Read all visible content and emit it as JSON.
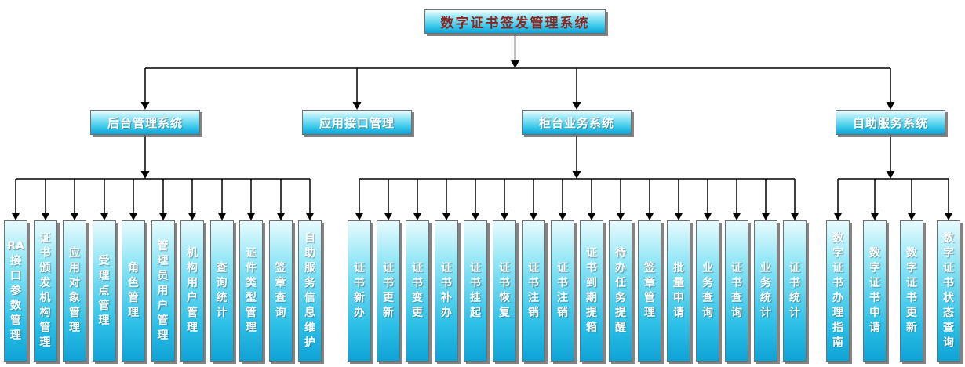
{
  "root": {
    "label": "数字证书签发管理系统"
  },
  "groups": [
    {
      "label": "后台管理系统",
      "children": [
        "RA接口参数管理",
        "证书颁发机构管理",
        "应用对象管理",
        "受理点管理",
        "角色管理",
        "管理员用户管理",
        "机构用户管理",
        "查询统计",
        "证件类型管理",
        "签章查询",
        "自助服务信息维护"
      ]
    },
    {
      "label": "应用接口管理",
      "children": []
    },
    {
      "label": "柜台业务系统",
      "children": [
        "证书新办",
        "证书更新",
        "证书变更",
        "证书补办",
        "证书挂起",
        "证书恢复",
        "证书注销",
        "证书注销",
        "证书到期提箱",
        "待办任务提醒",
        "签章管理",
        "批量申请",
        "业务查询",
        "证书查询",
        "业务统计",
        "证书统计"
      ]
    },
    {
      "label": "自助服务系统",
      "children": [
        "数字证书办理指南",
        "数字证书申请",
        "数字证书更新",
        "数字证书状态查询"
      ]
    }
  ],
  "colors": {
    "box_gradient_top": "#f2fdff",
    "box_gradient_bottom": "#0fa2d5",
    "box_border": "#6f6f6f",
    "root_text": "#8b2520",
    "node_text": "#ffffff",
    "connector_line": "#000000"
  }
}
